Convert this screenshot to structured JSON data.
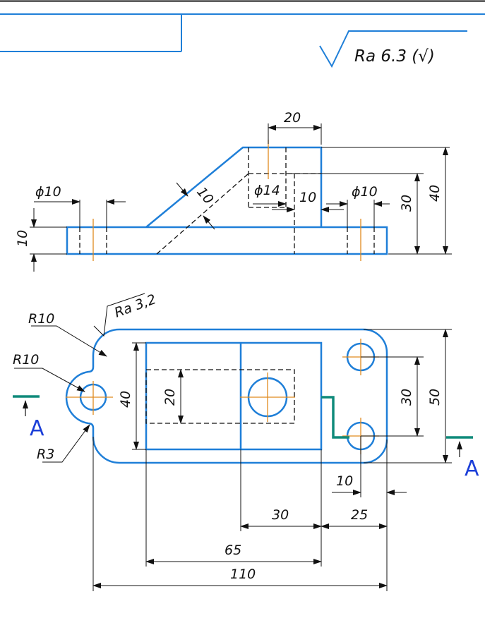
{
  "roughness": {
    "general": "Ra 6.3 (√)",
    "surface": "Ra 3,2"
  },
  "front_view": {
    "dims": {
      "top_width": "20",
      "hole_left": "ϕ10",
      "hole_mid": "ϕ14",
      "hole_right": "ϕ10",
      "rib": "10",
      "wall": "10",
      "height_30": "30",
      "height_40": "40",
      "base_thickness": "10"
    }
  },
  "top_view": {
    "dims": {
      "r_outer": "R10",
      "r_boss": "R10",
      "r_fillet": "R3",
      "width_40": "40",
      "slot_20": "20",
      "spacing_30": "30",
      "width_50": "50",
      "offset_10": "10",
      "len_30": "30",
      "len_25": "25",
      "len_65": "65",
      "len_110": "110"
    },
    "section_label_left": "A",
    "section_label_right": "A"
  },
  "colors": {
    "outline": "#1f7fd8",
    "axis": "#e08a1e",
    "section": "#0f8a7a",
    "dimension": "#111111"
  }
}
